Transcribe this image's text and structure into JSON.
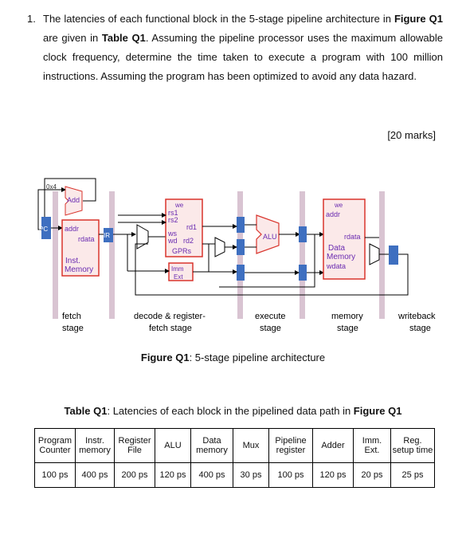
{
  "question": {
    "number": "1.",
    "t1": "The latencies of each functional block in the 5-stage pipeline architecture in",
    "fig_ref": "Figure Q1",
    "t2": " are given in ",
    "table_ref": "Table Q1",
    "t3": ". Assuming the pipeline processor uses the maximum allowable clock frequency, determine the time taken to execute a program with 100 million instructions. Assuming the program has been optimized to avoid any data hazard.",
    "marks": "[20 marks]"
  },
  "figure": {
    "pc": "PC",
    "const4": "0x4",
    "add": "Add",
    "addr": "addr",
    "rdata": "rdata",
    "inst_mem_1": "Inst.",
    "inst_mem_2": "Memory",
    "ir": "IR",
    "we": "we",
    "rs1": "rs1",
    "rs2": "rs2",
    "rd1": "rd1",
    "ws": "ws",
    "wd": "wd",
    "rd2": "rd2",
    "gprs": "GPRs",
    "imm": "Imm",
    "ext": "Ext",
    "alu": "ALU",
    "dm_we": "we",
    "dm_addr": "addr",
    "dm_rdata": "rdata",
    "data_mem_1": "Data",
    "data_mem_2": "Memory",
    "wdata": "wdata",
    "stages": [
      {
        "l1": "fetch",
        "l2": "stage"
      },
      {
        "l1": "decode & register-",
        "l2": "fetch stage"
      },
      {
        "l1": "execute",
        "l2": "stage"
      },
      {
        "l1": "memory",
        "l2": "stage"
      },
      {
        "l1": "writeback",
        "l2": "stage"
      }
    ],
    "caption_bold": "Figure Q1",
    "caption_rest": ": 5-stage pipeline architecture"
  },
  "table": {
    "caption_bold1": "Table Q1",
    "caption_mid": ": Latencies of each block in the pipelined data path in ",
    "caption_bold2": "Figure Q1",
    "headers": [
      {
        "l1": "Program",
        "l2": "Counter"
      },
      {
        "l1": "Instr.",
        "l2": "memory"
      },
      {
        "l1": "Register",
        "l2": "File"
      },
      {
        "l1": "ALU",
        "l2": ""
      },
      {
        "l1": "Data",
        "l2": "memory"
      },
      {
        "l1": "Mux",
        "l2": ""
      },
      {
        "l1": "Pipeline",
        "l2": "register"
      },
      {
        "l1": "Adder",
        "l2": ""
      },
      {
        "l1": "Imm.",
        "l2": "Ext."
      },
      {
        "l1": "Reg.",
        "l2": "setup time"
      }
    ],
    "values": [
      "100 ps",
      "400 ps",
      "200 ps",
      "120 ps",
      "400 ps",
      "30 ps",
      "100 ps",
      "120 ps",
      "20 ps",
      "25 ps"
    ]
  },
  "colors": {
    "stage_bar": "#d9c4d2",
    "pipeline_register": "#3e6fc0",
    "block_fill": "#fbe9e9",
    "block_border": "#d9342c",
    "label_purple": "#6a2bb0"
  }
}
